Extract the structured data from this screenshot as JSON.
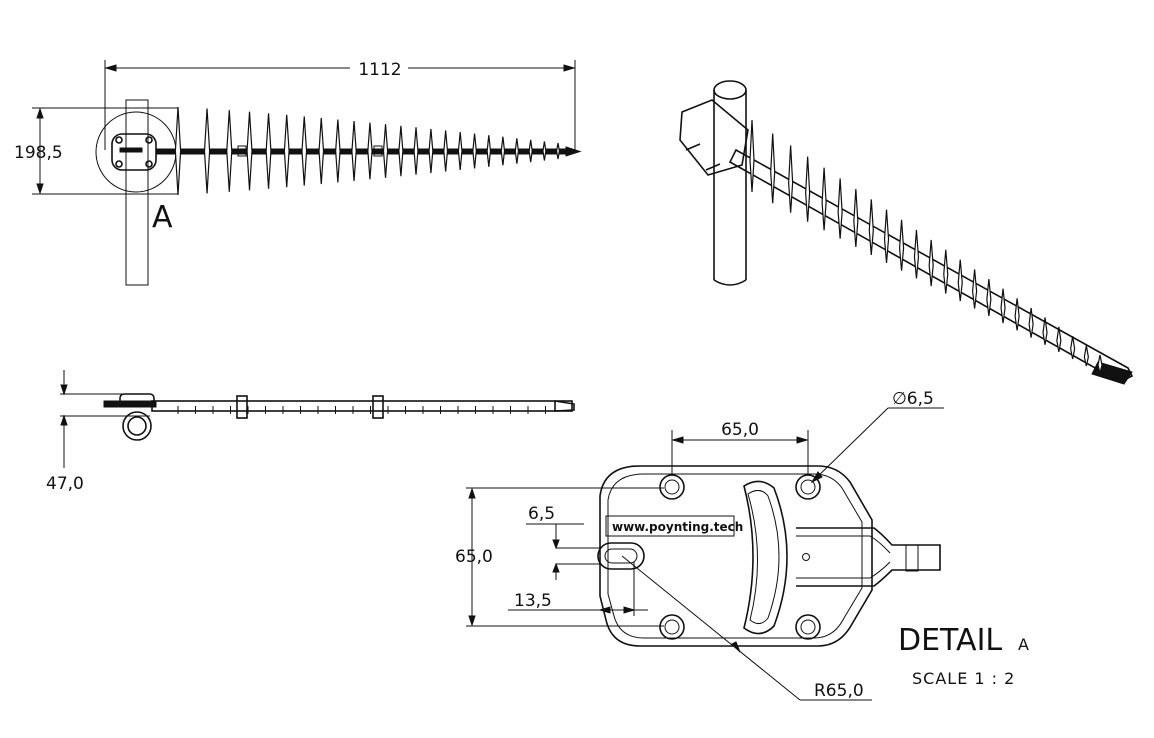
{
  "dimensions": {
    "overall_length": "1112",
    "height": "198,5",
    "depth": "47,0",
    "hole_spacing": "65,0",
    "hole_diameter": "∅6,5",
    "slot_width": "6,5",
    "plate_height": "65,0",
    "slot_offset": "13,5",
    "radius": "R65,0"
  },
  "labels": {
    "detail_marker": "A",
    "detail_title": "DETAIL",
    "detail_letter": "A",
    "scale": "SCALE 1 : 2",
    "brand_url": "www.poynting.tech"
  }
}
